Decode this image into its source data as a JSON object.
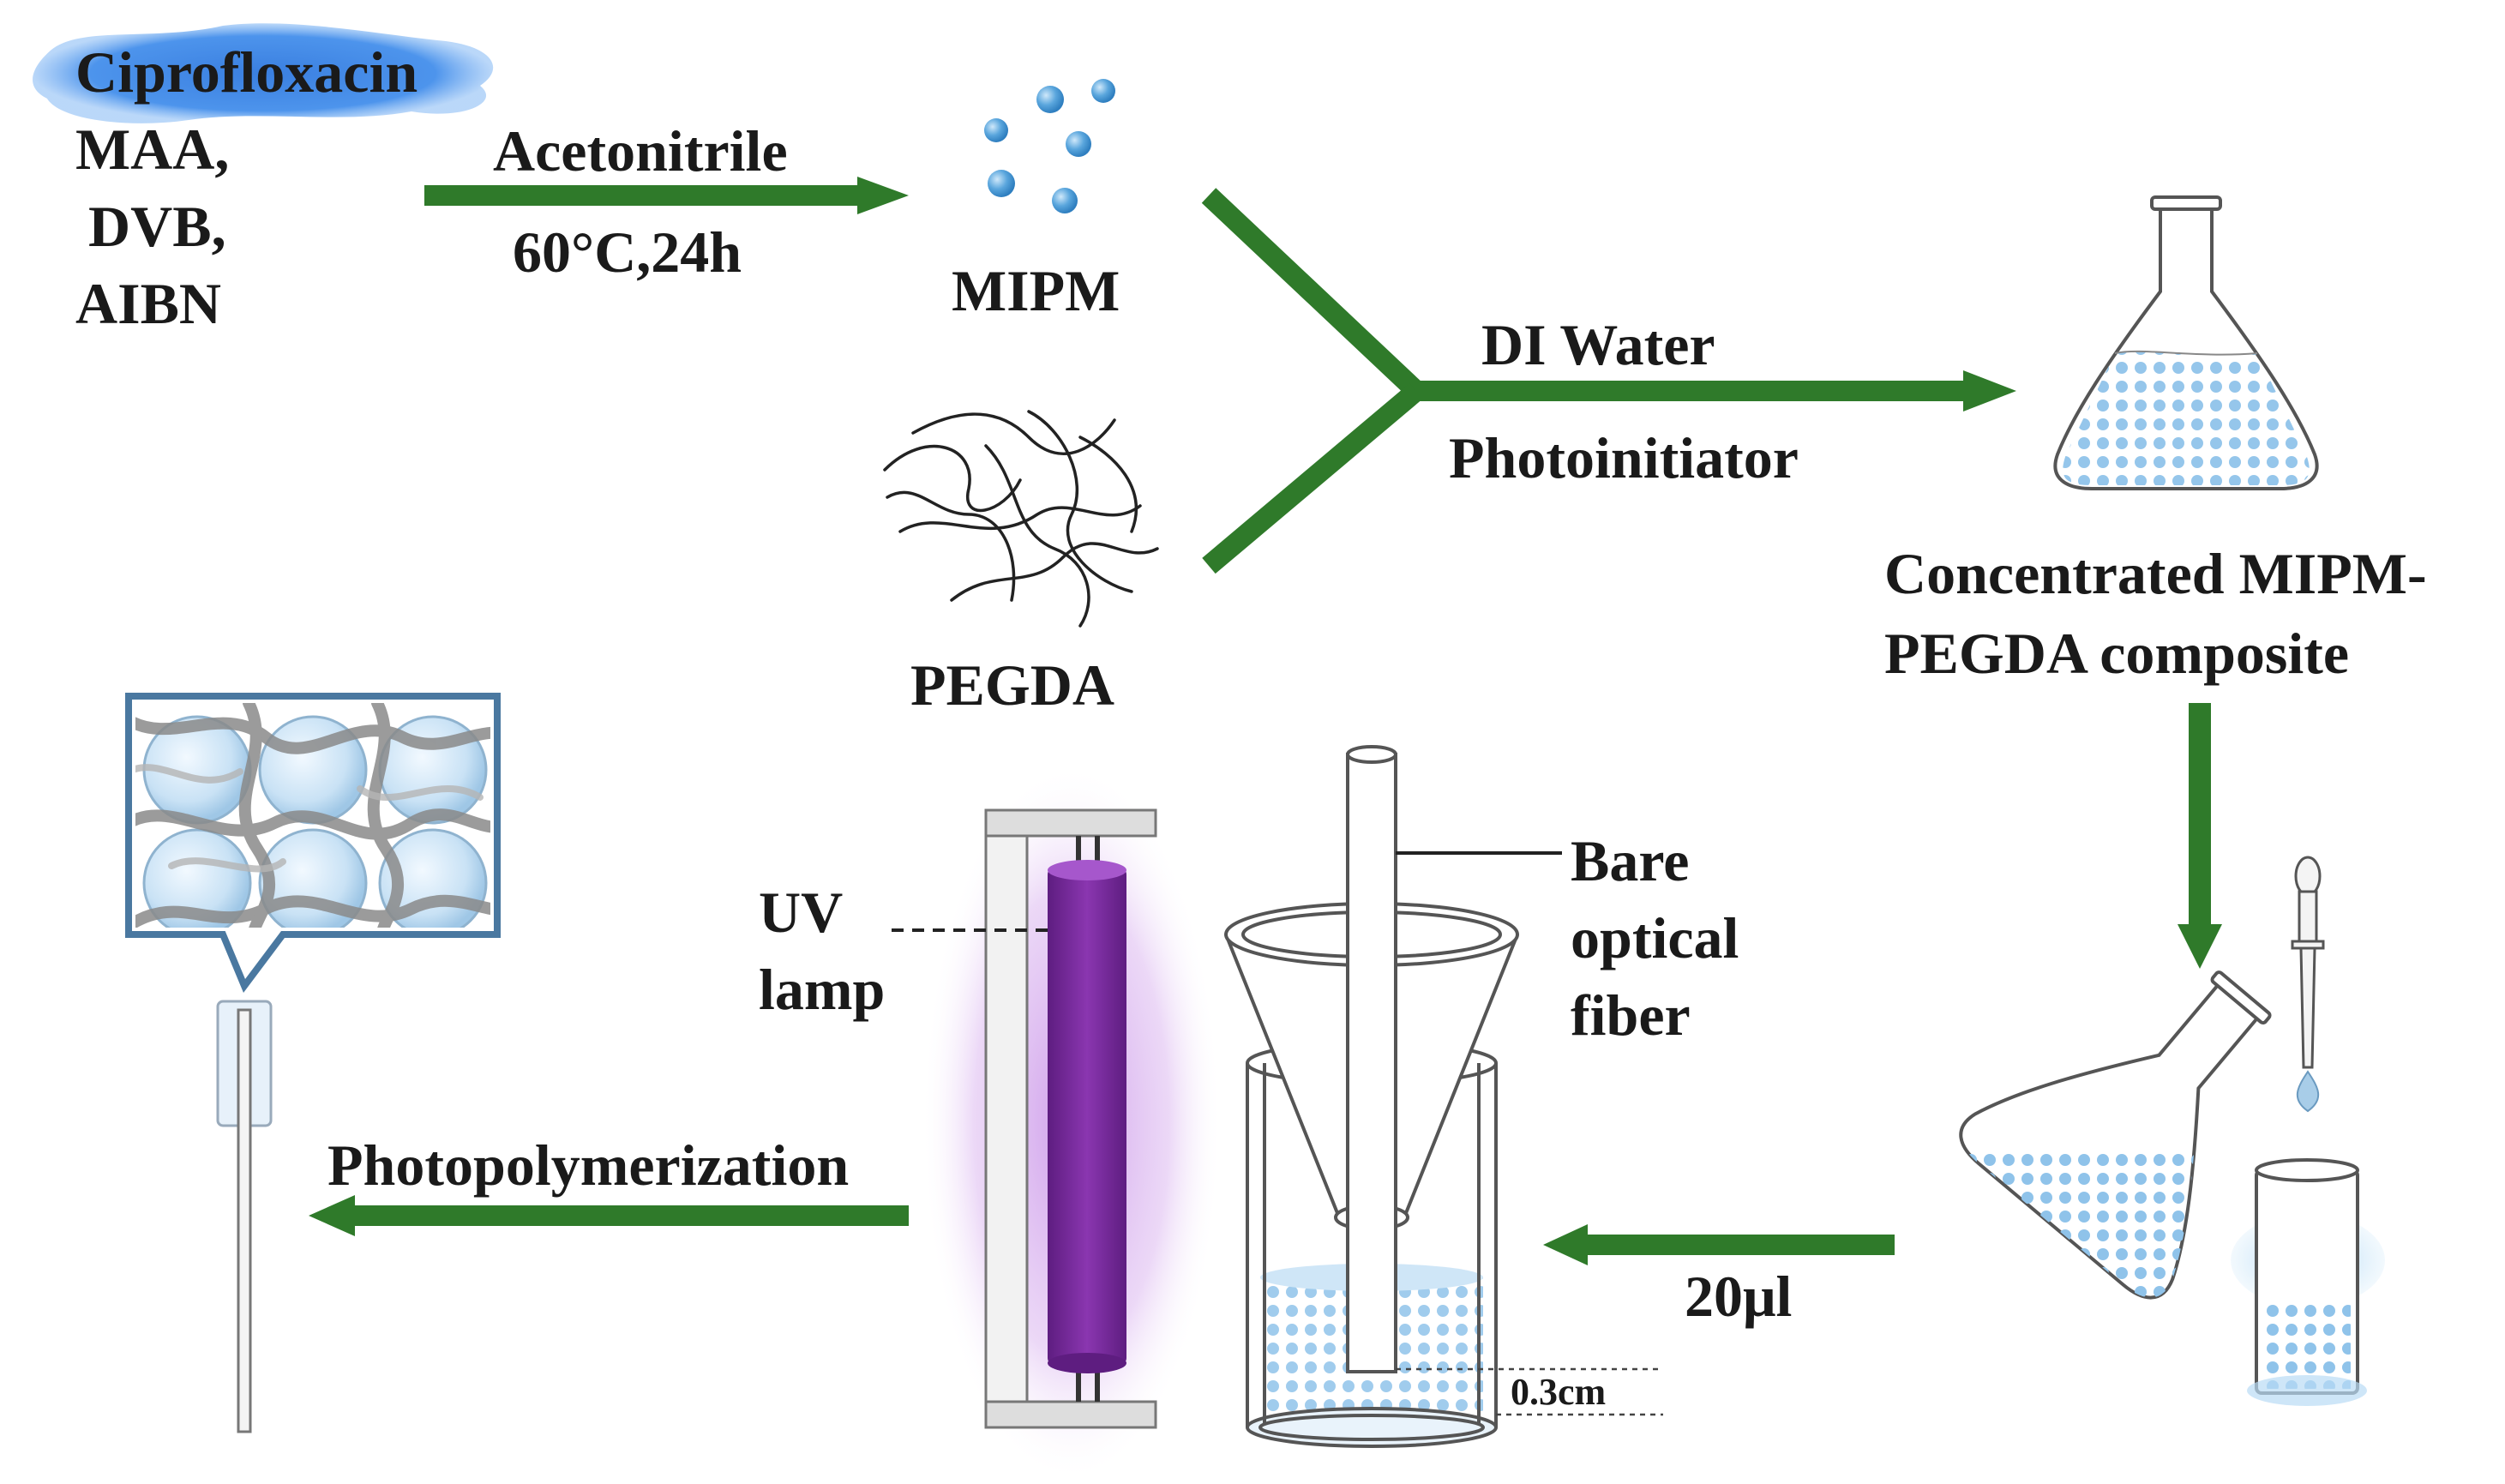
{
  "reactants": {
    "target": "Ciprofloxacin",
    "monomer": "MAA,",
    "crosslinker": "DVB,",
    "initiator": "AIBN"
  },
  "step1": {
    "solvent": "Acetonitrile",
    "conditions": "60°C,24h"
  },
  "mipm_label": "MIPM",
  "pegda_label": "PEGDA",
  "step2": {
    "top": "DI Water",
    "bottom": "Photoinitiator"
  },
  "composite_label": {
    "line1": "Concentrated MIPM-",
    "line2": "PEGDA composite"
  },
  "volume_label": "20μl",
  "fiber_label": {
    "line1": "Bare",
    "line2": "optical",
    "line3": "fiber"
  },
  "uv_label": {
    "line1": "UV",
    "line2": "lamp"
  },
  "depth_label": "0.3cm",
  "final_step_label": "Photopolymerization",
  "colors": {
    "arrow": "#2f7a2a",
    "lamp": "#7b2a9e",
    "lamp_glow": "#d8b4ee",
    "bead": "#5aa6dd",
    "bead_dark": "#2f7fc0",
    "highlight": "#4a90e8",
    "hydrogel_frame": "#4a78a0"
  }
}
